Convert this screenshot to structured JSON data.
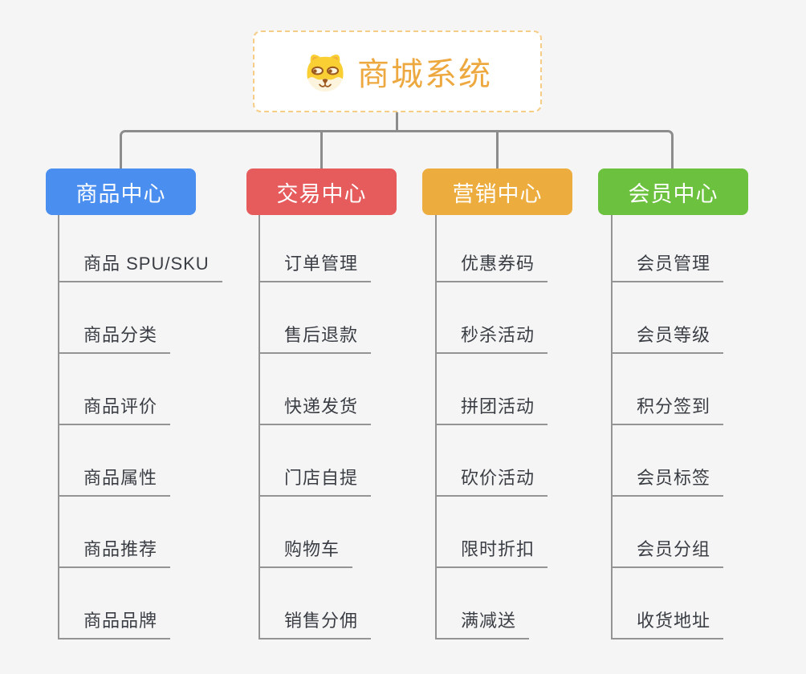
{
  "root": {
    "title": "商城系统",
    "icon": "dog-icon"
  },
  "branches": [
    {
      "label": "商品中心",
      "color": "#4a8ef0",
      "children": [
        "商品 SPU/SKU",
        "商品分类",
        "商品评价",
        "商品属性",
        "商品推荐",
        "商品品牌"
      ]
    },
    {
      "label": "交易中心",
      "color": "#e65c5c",
      "children": [
        "订单管理",
        "售后退款",
        "快递发货",
        "门店自提",
        "购物车",
        "销售分佣"
      ]
    },
    {
      "label": "营销中心",
      "color": "#edad3e",
      "children": [
        "优惠券码",
        "秒杀活动",
        "拼团活动",
        "砍价活动",
        "限时折扣",
        "满减送"
      ]
    },
    {
      "label": "会员中心",
      "color": "#6cc13e",
      "children": [
        "会员管理",
        "会员等级",
        "积分签到",
        "会员标签",
        "会员分组",
        "收货地址"
      ]
    }
  ],
  "colors": {
    "background": "#f5f5f5",
    "connector": "#8c8c8c",
    "leaf_line": "#949494",
    "root_border": "#f6cd87",
    "root_text": "#eda93f",
    "leaf_text": "#3a3e44"
  }
}
